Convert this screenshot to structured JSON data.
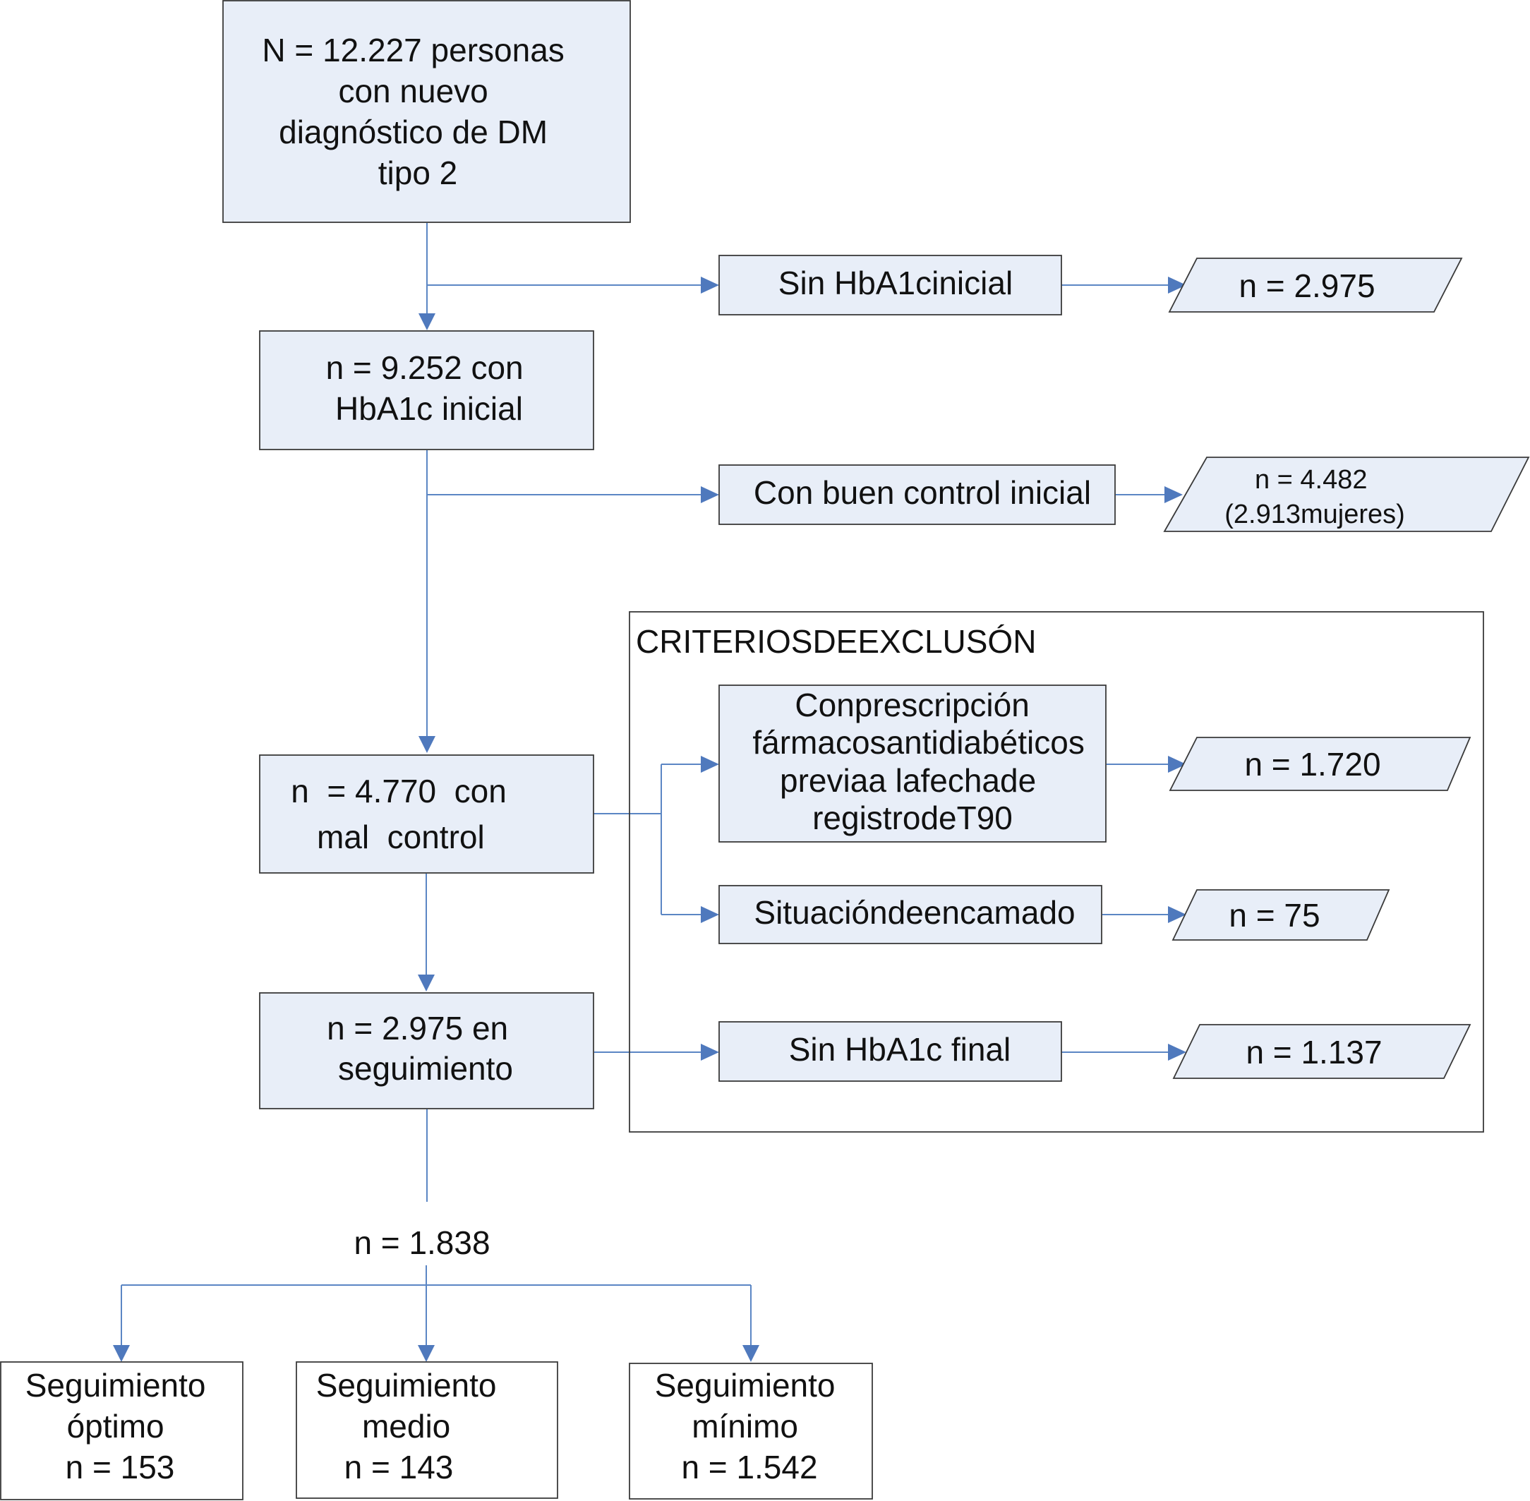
{
  "flowchart": {
    "root": [
      "N = 12.227 personas",
      "con nuevo",
      "diagnóstico de DM",
      "tipo 2"
    ],
    "no_initial": {
      "label": "Sin HbA1cinicial",
      "result": "n = 2.975"
    },
    "with_initial": [
      "n = 9.252 con",
      "HbA1c inicial"
    ],
    "good_control": {
      "label": "Con buen control inicial",
      "result": [
        "n = 4.482",
        "(2.913mujeres)"
      ]
    },
    "exclusion": {
      "title": "CRITERIOSDEEXCLUSÓN",
      "drug": {
        "label": [
          "Conprescripción",
          "fármacosantidiabéticos",
          "previaa lafechade",
          "registrodeT90"
        ],
        "result": "n = 1.720"
      },
      "bedridden": {
        "label": "Situacióndeencamado",
        "result": "n = 75"
      },
      "no_final": {
        "label": "Sin HbA1c final",
        "result": "n = 1.137"
      }
    },
    "poor_control": [
      "n  = 4.770  con",
      "mal  control"
    ],
    "followup": [
      "n = 2.975 en",
      "seguimiento"
    ],
    "final_n": "n = 1.838",
    "outcomes": [
      {
        "label": [
          "Seguimiento",
          "óptimo",
          "n = 153"
        ]
      },
      {
        "label": [
          "Seguimiento",
          "medio",
          "n = 143"
        ]
      },
      {
        "label": [
          "Seguimiento",
          "mínimo",
          "n = 1.542"
        ]
      }
    ]
  }
}
